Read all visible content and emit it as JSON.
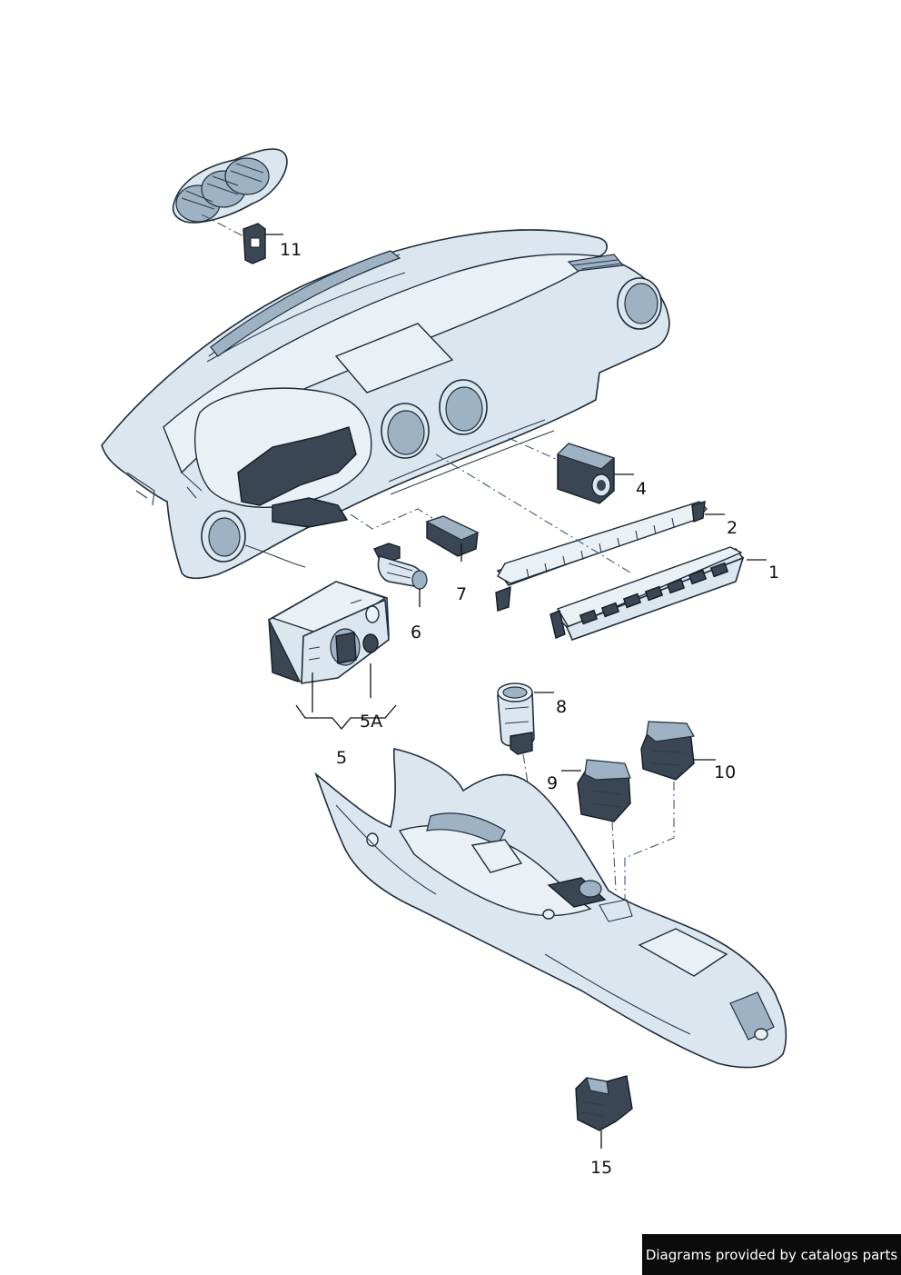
{
  "callouts": {
    "p1": "1",
    "p2": "2",
    "p4": "4",
    "p5": "5",
    "p5a": "5A",
    "p6": "6",
    "p7": "7",
    "p8": "8",
    "p9": "9",
    "p10": "10",
    "p11": "11",
    "p15": "15"
  },
  "footer": {
    "text": "Diagrams provided by catalogs parts"
  },
  "colors": {
    "part_fill": "#dbe6ef",
    "outline": "#1e2d3b",
    "dark_part": "#3a4654",
    "footer_bg": "#0b0b0b"
  }
}
